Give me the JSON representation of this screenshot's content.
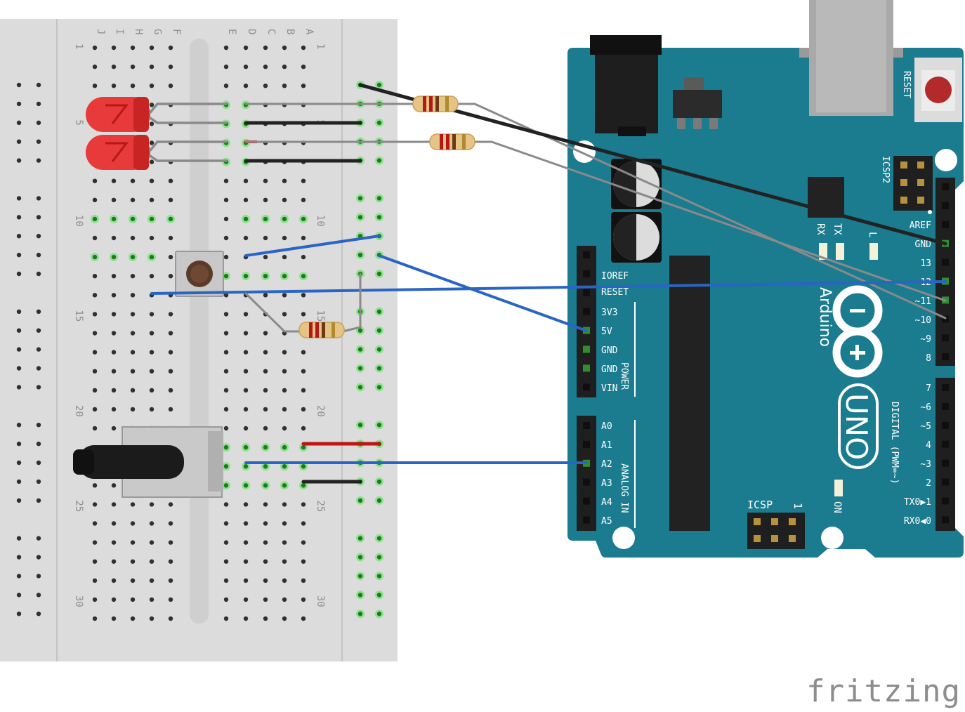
{
  "breadboard": {
    "row_letters": [
      "J",
      "I",
      "H",
      "G",
      "F",
      "E",
      "D",
      "C",
      "B",
      "A"
    ],
    "row_numbers": [
      "1",
      "5",
      "10",
      "15",
      "20",
      "25",
      "30"
    ]
  },
  "arduino": {
    "brand": "Arduino",
    "model": "UNO",
    "reset_label": "RESET",
    "icsp2_label": "ICSP2",
    "icsp_label": "ICSP",
    "icsp_pin1": "1",
    "on_label": "ON",
    "tx_label": "TX",
    "rx_label": "RX",
    "l_label": "L",
    "digital_header_label": "DIGITAL (PWM=~)",
    "power_header_label": "POWER",
    "analog_header_label": "ANALOG IN",
    "digital_pins_top": [
      "AREF",
      "GND",
      "13",
      "12",
      "~11",
      "~10",
      "~9",
      "8"
    ],
    "digital_pins_bottom": [
      "7",
      "~6",
      "~5",
      "4",
      "~3",
      "2",
      "TX0▶1",
      "RX0◀0"
    ],
    "power_pins": [
      "IOREF",
      "RESET",
      "3V3",
      "5V",
      "GND",
      "GND",
      "VIN"
    ],
    "analog_pins": [
      "A0",
      "A1",
      "A2",
      "A3",
      "A4",
      "A5"
    ]
  },
  "colors": {
    "board_teal": "#1b7b8f",
    "breadboard": "#dcdcdc",
    "wire_blue": "#2a64c4",
    "wire_black": "#222222",
    "wire_red": "#c01515",
    "wire_gray": "#8a8a8a",
    "led_red": "#e83a3a"
  },
  "footer": {
    "watermark": "fritzing"
  }
}
